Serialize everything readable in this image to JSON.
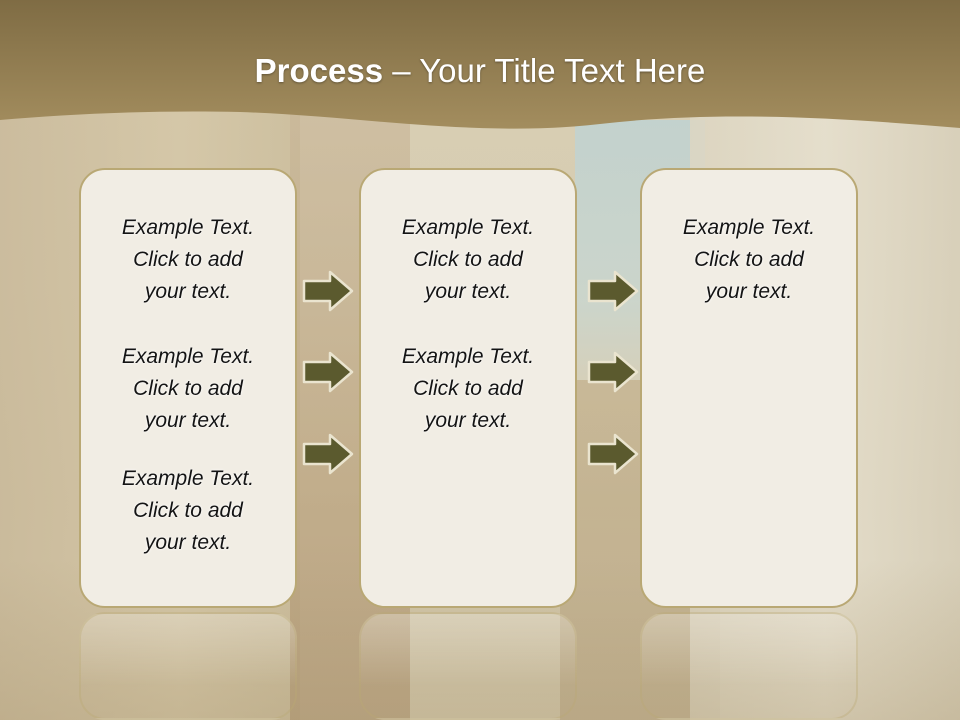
{
  "slide": {
    "title_bold": "Process",
    "title_rest": " – Your Title Text Here"
  },
  "columns": [
    {
      "items": [
        {
          "line1": "Example Text.",
          "line2": "Click  to add",
          "line3": "your text."
        },
        {
          "line1": "Example Text.",
          "line2": "Click  to add",
          "line3": "your text."
        },
        {
          "line1": "Example Text.",
          "line2": "Click  to add",
          "line3": "your text."
        }
      ]
    },
    {
      "items": [
        {
          "line1": "Example Text.",
          "line2": "Click  to add",
          "line3": "your text."
        },
        {
          "line1": "Example Text.",
          "line2": "Click  to add",
          "line3": "your text."
        }
      ]
    },
    {
      "items": [
        {
          "line1": "Example Text.",
          "line2": "Click  to add",
          "line3": "your text."
        }
      ]
    }
  ],
  "colors": {
    "header": "#9c865a",
    "arrow_fill": "#5b5a2e",
    "arrow_stroke": "#eae4cf",
    "box_fill": "#f1ede4",
    "box_border": "#b9a874"
  },
  "icons": [
    "arrow-right-icon"
  ]
}
